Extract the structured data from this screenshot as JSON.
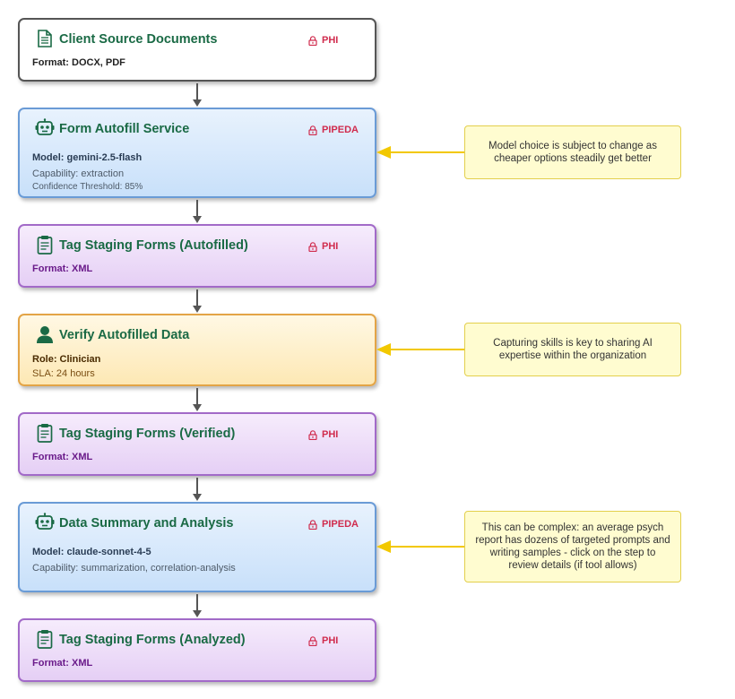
{
  "nodes": [
    {
      "title": "Client Source Documents",
      "badge": "PHI",
      "lines": [
        "Format: DOCX, PDF"
      ],
      "icon": "document-icon",
      "colors": {
        "fill": "#ffffff",
        "border": "#555555"
      }
    },
    {
      "title": "Form Autofill Service",
      "badge": "PIPEDA",
      "lines": [
        "Model: gemini-2.5-flash",
        "Capability: extraction",
        "Confidence Threshold: 85%"
      ],
      "icon": "robot-icon",
      "colors": {
        "fill": "#d8e9fb",
        "border": "#6a9bd6"
      }
    },
    {
      "title": "Tag Staging Forms (Autofilled)",
      "badge": "PHI",
      "lines": [
        "Format: XML"
      ],
      "icon": "clipboard-icon",
      "colors": {
        "fill": "#eedcf8",
        "border": "#a26ac8"
      }
    },
    {
      "title": "Verify Autofilled Data",
      "badge": "",
      "lines": [
        "Role: Clinician",
        "SLA: 24 hours"
      ],
      "icon": "person-icon",
      "colors": {
        "fill": "#fdf0cc",
        "border": "#e3a446"
      }
    },
    {
      "title": "Tag Staging Forms (Verified)",
      "badge": "PHI",
      "lines": [
        "Format: XML"
      ],
      "icon": "clipboard-icon",
      "colors": {
        "fill": "#eedcf8",
        "border": "#a26ac8"
      }
    },
    {
      "title": "Data Summary and Analysis",
      "badge": "PIPEDA",
      "lines": [
        "Model: claude-sonnet-4-5",
        "Capability: summarization, correlation-analysis"
      ],
      "icon": "robot-icon",
      "colors": {
        "fill": "#d8e9fb",
        "border": "#6a9bd6"
      }
    },
    {
      "title": "Tag Staging Forms (Analyzed)",
      "badge": "PHI",
      "lines": [
        "Format: XML"
      ],
      "icon": "clipboard-icon",
      "colors": {
        "fill": "#eedcf8",
        "border": "#a26ac8"
      }
    }
  ],
  "notes": [
    {
      "text": "Model choice is subject to change as cheaper options steadily get better"
    },
    {
      "text": "Capturing skills is key to sharing AI expertise within the organization"
    },
    {
      "text": "This can be complex: an average psych report has dozens of targeted prompts and writing samples - click on the step to review details (if tool allows)"
    }
  ],
  "colors": {
    "title_text": "#1a6a45",
    "badge_text": "#d02b4d",
    "connector": "#555555",
    "note_fill": "#fffcd0",
    "note_border": "#e3cf4c",
    "note_arrow": "#f2c800"
  }
}
